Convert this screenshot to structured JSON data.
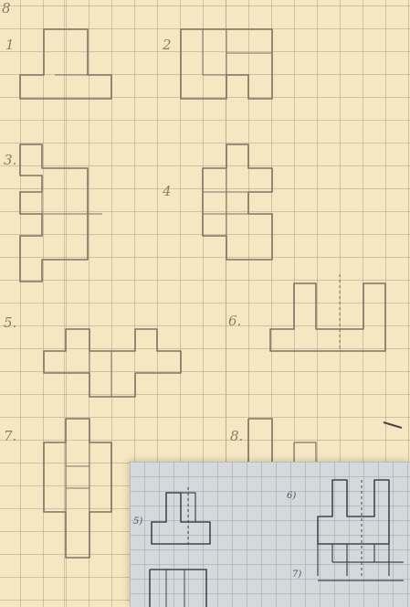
{
  "notebook": {
    "page_label": "8",
    "figure_labels": [
      "1",
      "2",
      "3.",
      "4",
      "5.",
      "6.",
      "7.",
      "8."
    ]
  },
  "inset": {
    "labels": [
      "5)",
      "6)",
      "7)"
    ]
  }
}
